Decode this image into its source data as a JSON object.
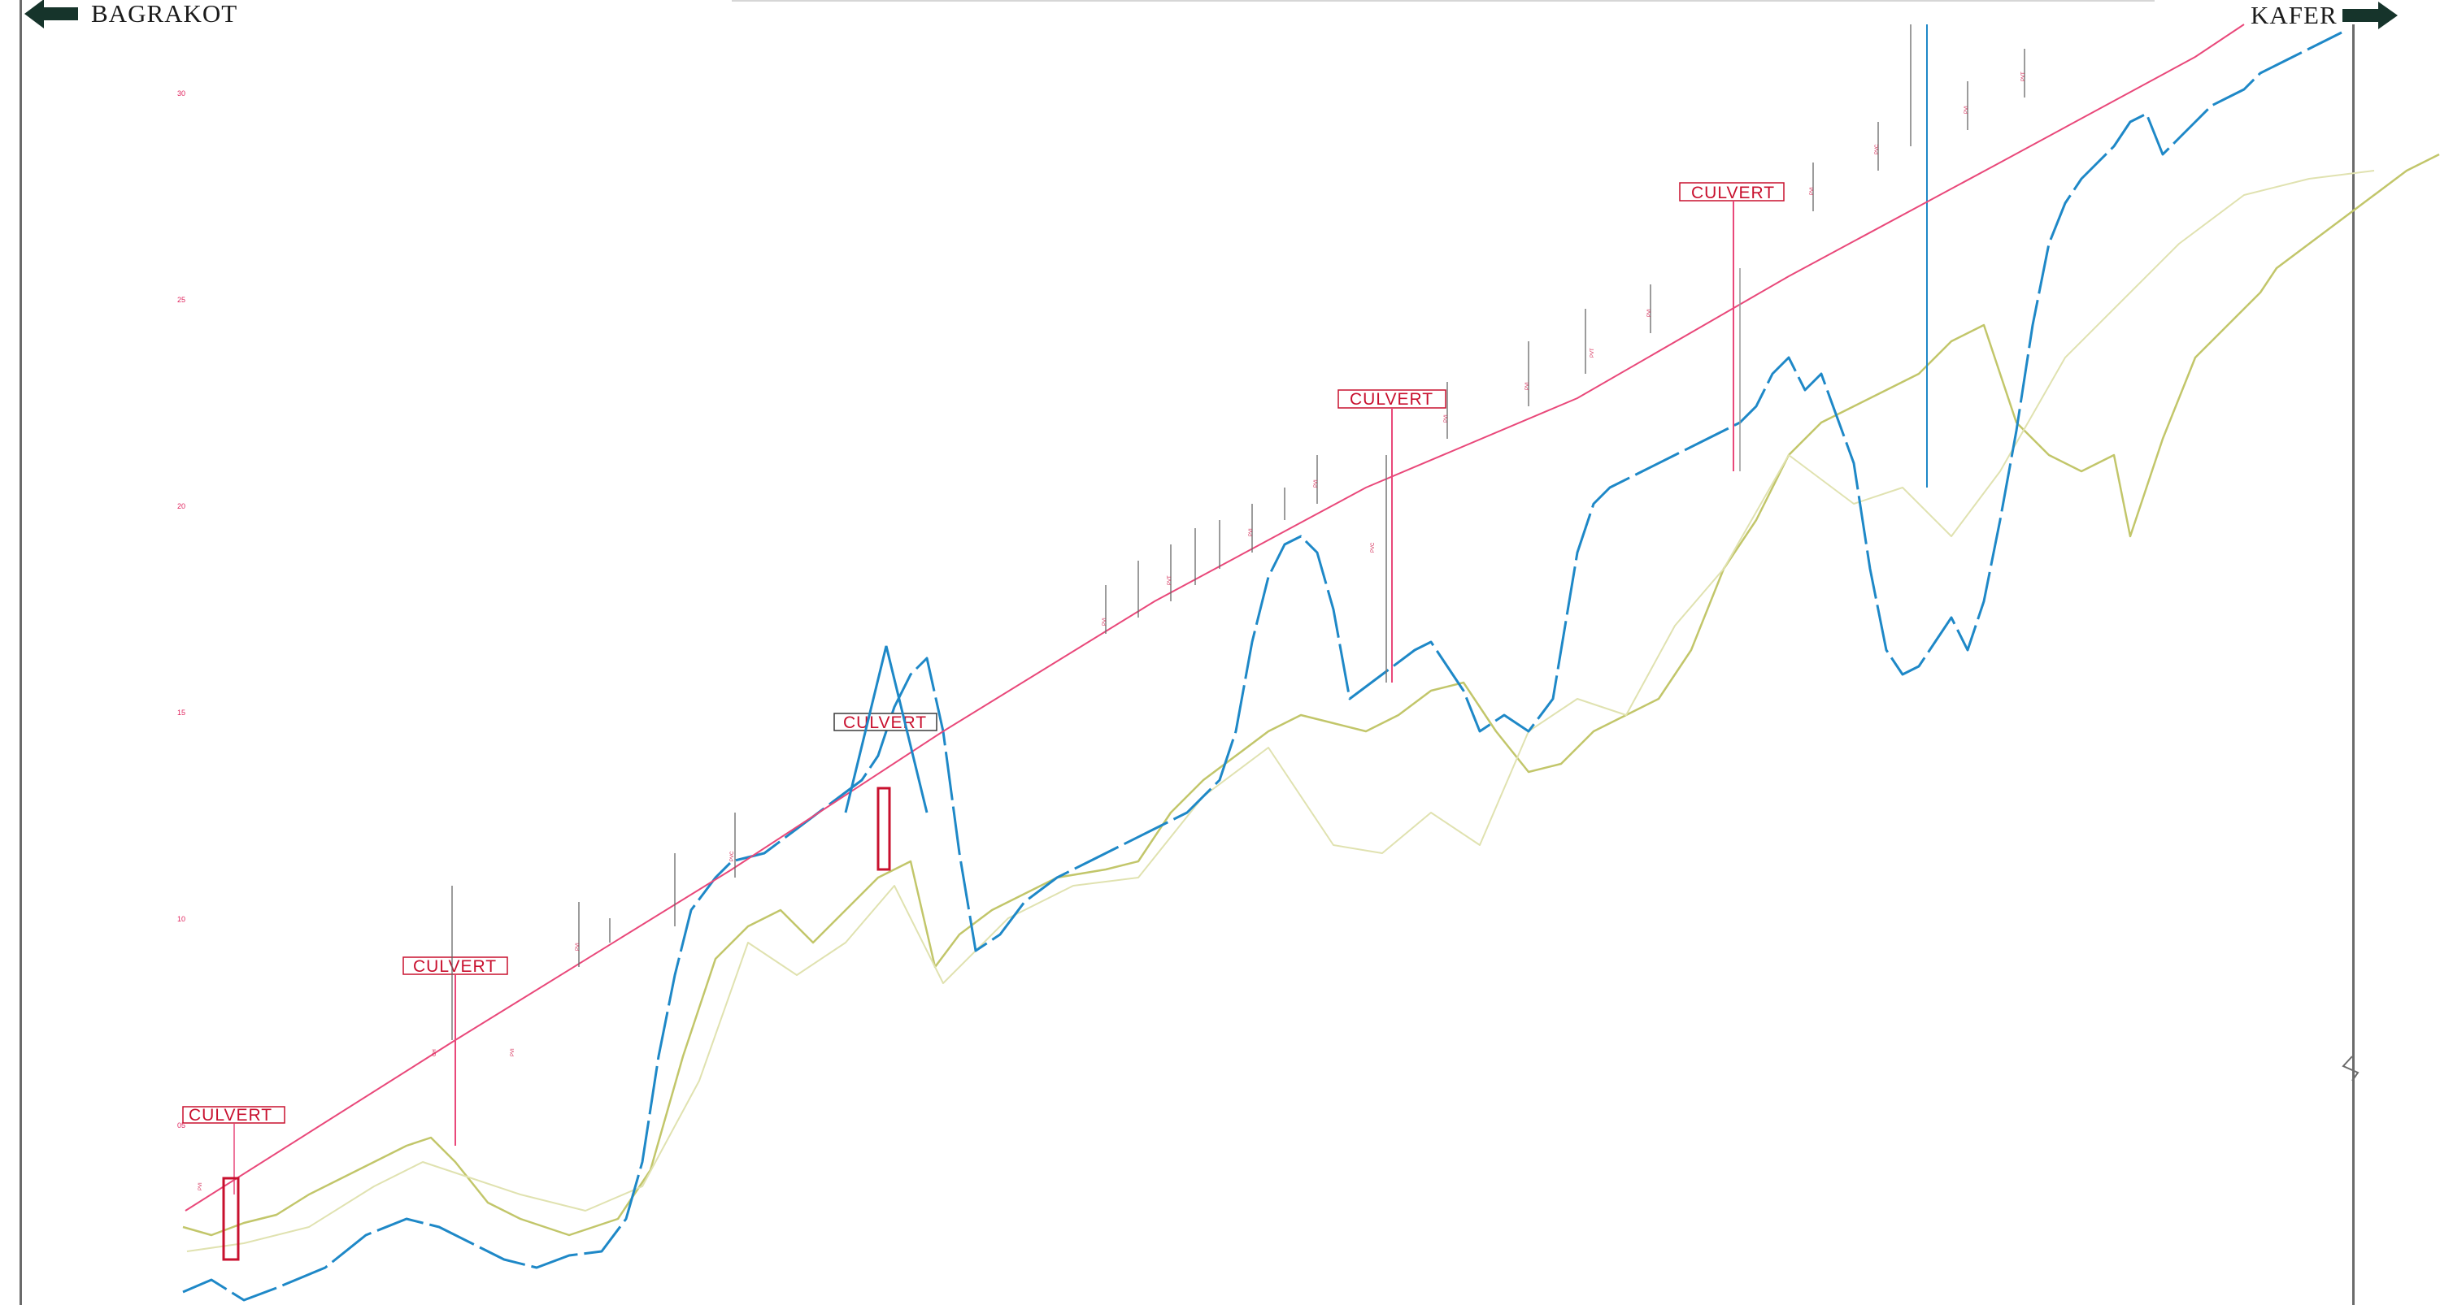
{
  "directions": {
    "left_label": "BAGRAKOT",
    "right_label": "KAFER"
  },
  "culvert": {
    "label": "CULVERT"
  },
  "colors": {
    "grade_line": "#e9487a",
    "ground_profile_blue": "#1e88c7",
    "ground_profile_olive": "#b8bc5a",
    "culvert_red": "#c8102e",
    "direction_arrow": "#16342b"
  },
  "elevation_ticks": [
    "30",
    "25",
    "20",
    "15",
    "10",
    "05"
  ],
  "annotation_labels": [
    "PVI",
    "CH",
    "EL",
    "L",
    "PVC",
    "PVT"
  ]
}
